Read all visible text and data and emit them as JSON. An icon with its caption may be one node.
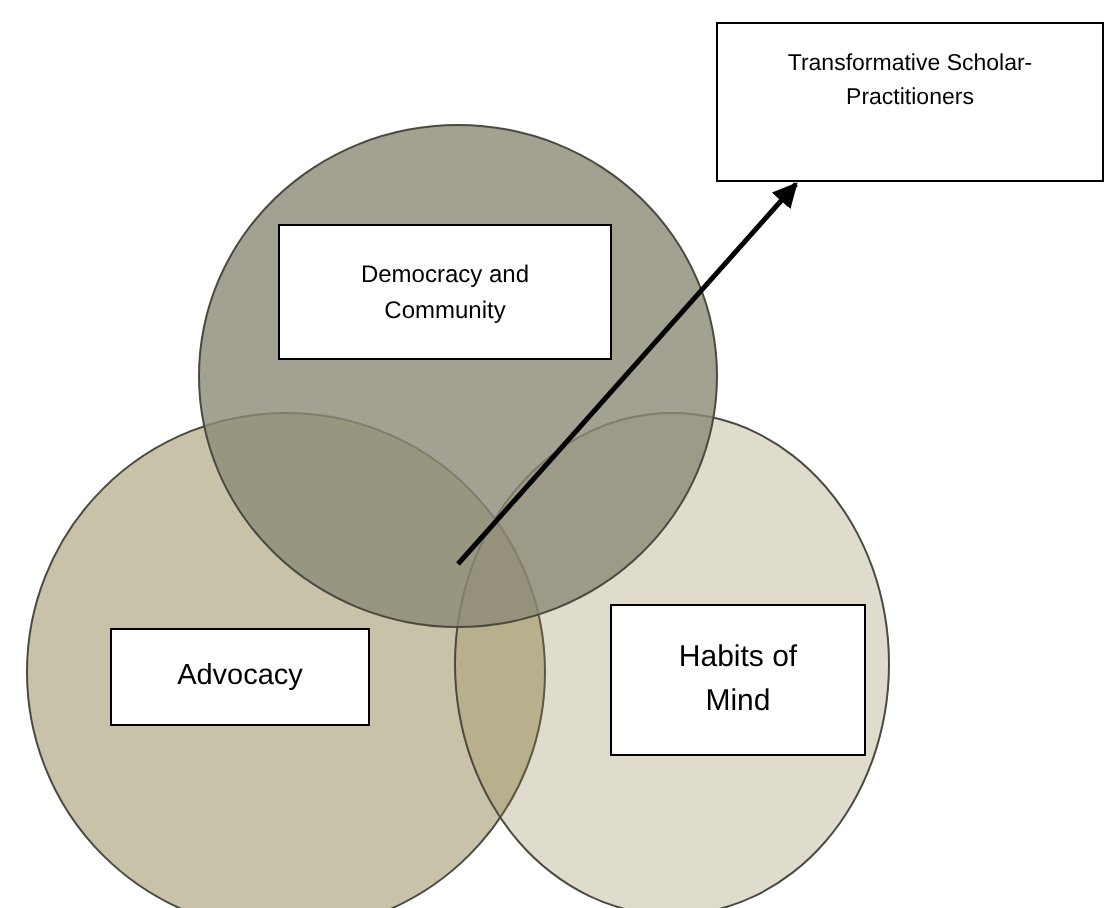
{
  "diagram": {
    "nodes": [
      {
        "text": [
          "Transformative Scholar-Practitioners"
        ]
      },
      {
        "text": [],
        "shape": "circle"
      },
      {
        "text": [
          "Democracy and Community"
        ],
        "in": 1
      },
      {
        "text": [],
        "shape": "circle"
      },
      {
        "text": [
          "Advocacy"
        ],
        "in": 3
      },
      {
        "text": [],
        "shape": "circle"
      },
      {
        "text": [
          "Habits of Mind"
        ],
        "in": 5
      }
    ],
    "edges": [
      {
        "from": 5,
        "to": 0,
        "arrow": "to"
      }
    ]
  }
}
